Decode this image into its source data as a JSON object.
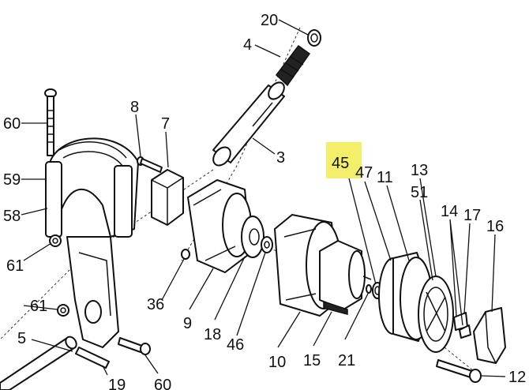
{
  "highlighted_callout": "45",
  "colors": {
    "highlight": "#f3ef6a",
    "ink": "#111111"
  },
  "callouts": {
    "c20": "20",
    "c4": "4",
    "c8": "8",
    "c7": "7",
    "c60a": "60",
    "c3": "3",
    "c59": "59",
    "c58": "58",
    "c61a": "61",
    "c45": "45",
    "c47": "47",
    "c11": "11",
    "c13": "13",
    "c51": "51",
    "c14": "14",
    "c17": "17",
    "c16": "16",
    "c36": "36",
    "c9": "9",
    "c18": "18",
    "c46": "46",
    "c10": "10",
    "c15": "15",
    "c21": "21",
    "c61b": "61",
    "c5": "5",
    "c19": "19",
    "c60b": "60",
    "c12": "12"
  }
}
